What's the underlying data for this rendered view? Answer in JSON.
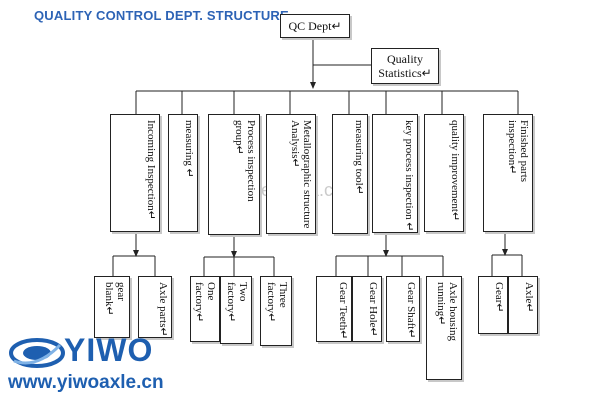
{
  "title": "QUALITY CONTROL DEPT. STRUCTURE",
  "root": "QC Dept↵",
  "stats": {
    "line1": "Quality",
    "line2": "Statistics↵"
  },
  "departments": [
    "Incoming Inspection↵",
    "measuring ↵",
    "Process inspection group↵",
    "Metallographic structure Analysis↵",
    "measuring tool↵",
    "key process inspection ↵",
    "quality improvement↵",
    "Finished parts inspection↵"
  ],
  "sub_items": {
    "incoming": [
      "gear blank↵",
      "Axle parts↵"
    ],
    "process": [
      "One factory↵",
      "Two factory↵",
      "Three factory↵"
    ],
    "key_process": [
      "Gear Teeth↵",
      "Gear Hole↵",
      "Gear Shaft↵",
      "Axle housing running↵"
    ],
    "finished": [
      "Gear↵",
      "Axle↵"
    ]
  },
  "watermark": "trade.china.cn",
  "brand": {
    "name": "YIWO",
    "url": "www.yiwoaxle.cn",
    "color": "#1e5fb0"
  }
}
